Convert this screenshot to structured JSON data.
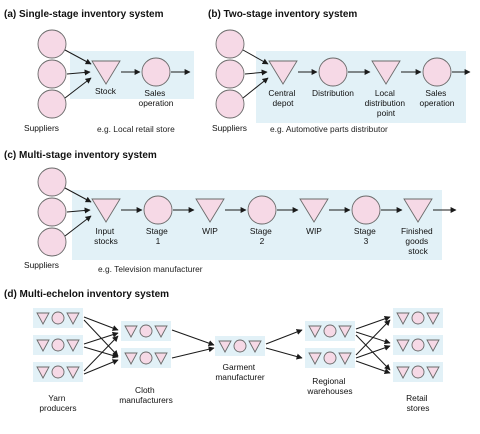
{
  "colors": {
    "node_fill": "#f6d9e6",
    "band_fill": "#e2f1f7",
    "node_stroke": "#6a6a6a",
    "arrow": "#1a1a1a"
  },
  "panel_a": {
    "title": "(a) Single-stage inventory system",
    "suppliers": "Suppliers",
    "stock": "Stock",
    "sales_operation": [
      "Sales",
      "operation"
    ],
    "example": "e.g. Local retail store"
  },
  "panel_b": {
    "title": "(b) Two-stage inventory system",
    "suppliers": "Suppliers",
    "central_depot": [
      "Central",
      "depot"
    ],
    "distribution": "Distribution",
    "local_distribution_point": [
      "Local",
      "distribution",
      "point"
    ],
    "sales_operation": [
      "Sales",
      "operation"
    ],
    "example": "e.g. Automotive parts distributor"
  },
  "panel_c": {
    "title": "(c) Multi-stage inventory system",
    "suppliers": "Suppliers",
    "input_stocks": [
      "Input",
      "stocks"
    ],
    "stage1": [
      "Stage",
      "1"
    ],
    "wip1": "WIP",
    "stage2": [
      "Stage",
      "2"
    ],
    "wip2": "WIP",
    "stage3": [
      "Stage",
      "3"
    ],
    "finished_goods_stock": [
      "Finished",
      "goods",
      "stock"
    ],
    "example": "e.g. Television manufacturer"
  },
  "panel_d": {
    "title": "(d) Multi-echelon inventory system",
    "yarn_producers": [
      "Yarn",
      "producers"
    ],
    "cloth_manufacturers": [
      "Cloth",
      "manufacturers"
    ],
    "garment_manufacturer": [
      "Garment",
      "manufacturer"
    ],
    "regional_warehouses": [
      "Regional",
      "warehouses"
    ],
    "retail_stores": [
      "Retail",
      "stores"
    ]
  }
}
